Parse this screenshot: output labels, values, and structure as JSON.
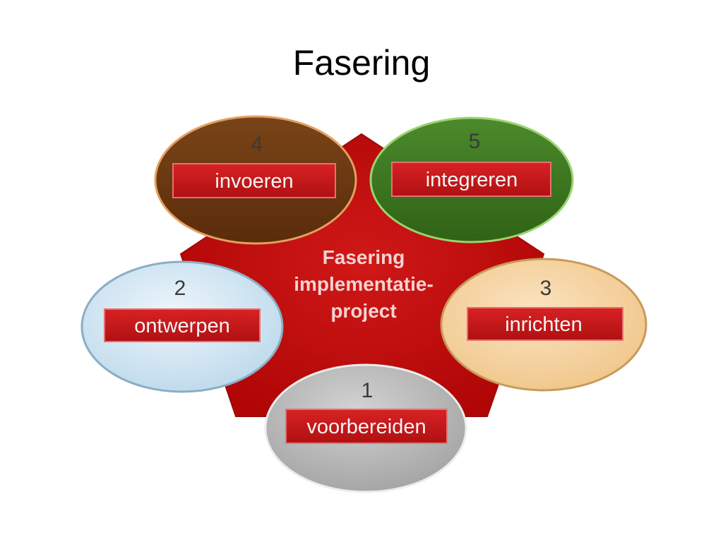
{
  "slide": {
    "title": "Fasering"
  },
  "diagram": {
    "center": {
      "line1": "Fasering",
      "line2": "implementatie-",
      "line3": "project",
      "color": "#c80e0e"
    },
    "phases": [
      {
        "number": "1",
        "label": "voorbereiden",
        "color": "#b4b4b4"
      },
      {
        "number": "2",
        "label": "ontwerpen",
        "color": "#c9e1f0"
      },
      {
        "number": "3",
        "label": "inrichten",
        "color": "#f5d29e"
      },
      {
        "number": "4",
        "label": "invoeren",
        "color": "#6e3a14"
      },
      {
        "number": "5",
        "label": "integreren",
        "color": "#3f7a24"
      }
    ],
    "label_bar_color": "#c8191b"
  }
}
